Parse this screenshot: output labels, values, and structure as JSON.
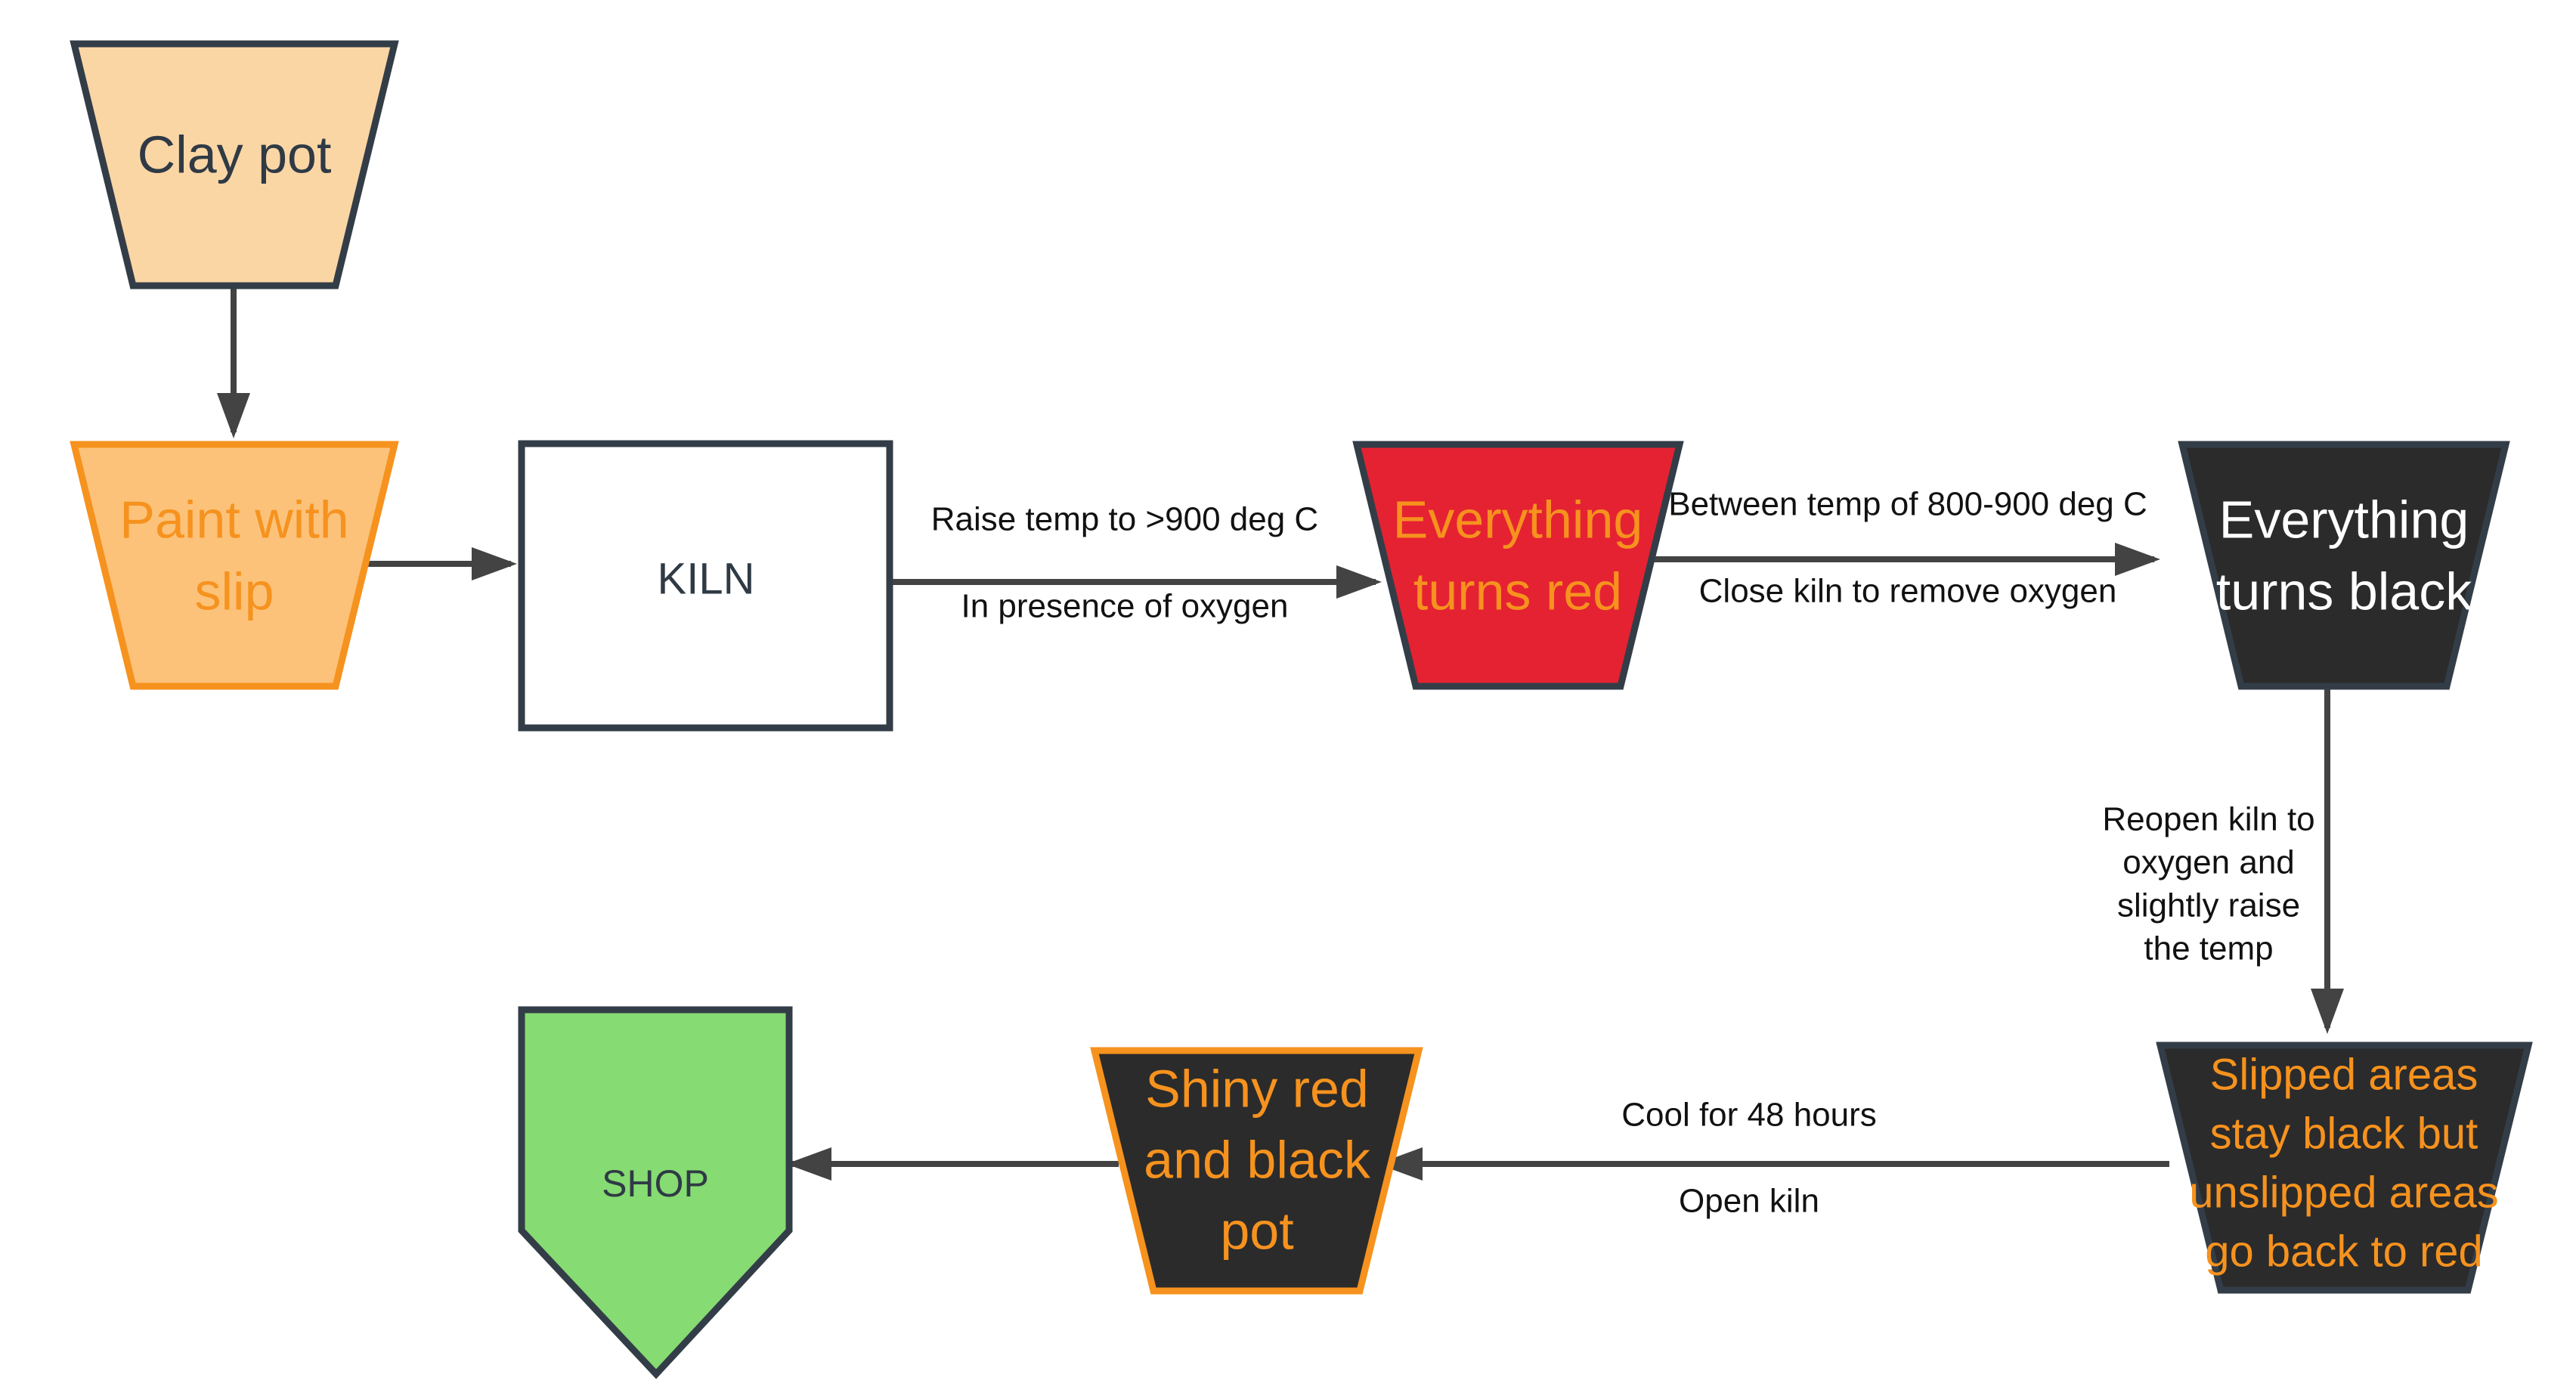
{
  "colors": {
    "stroke_dark": "#333d47",
    "arrow": "#434343",
    "clay_fill": "#fbd6a5",
    "slip_fill": "#fcc27a",
    "slip_stroke": "#f6921e",
    "slip_text": "#f6921e",
    "kiln_fill": "#ffffff",
    "red_fill": "#e52232",
    "black_fill": "#2b2b2b",
    "orange_text": "#f6921e",
    "white_text": "#ffffff",
    "dark_text": "#2f3a45",
    "shop_fill": "#86db72"
  },
  "nodes": {
    "clay_pot": {
      "label": "Clay pot"
    },
    "paint_with_slip": {
      "line1": "Paint with",
      "line2": "slip"
    },
    "kiln": {
      "label": "KILN"
    },
    "everything_red": {
      "line1": "Everything",
      "line2": "turns red"
    },
    "everything_black": {
      "line1": "Everything",
      "line2": "turns black"
    },
    "slipped_areas": {
      "line1": "Slipped areas",
      "line2": "stay black but",
      "line3": "unslipped areas",
      "line4": "go back to red"
    },
    "shiny_pot": {
      "line1": "Shiny red",
      "line2": "and black",
      "line3": "pot"
    },
    "shop": {
      "label": "SHOP"
    }
  },
  "edges": {
    "kiln_to_red": {
      "top": "Raise temp to >900 deg C",
      "bottom": "In presence of oxygen"
    },
    "red_to_black": {
      "top": "Between temp of 800-900 deg C",
      "bottom": "Close kiln to remove oxygen"
    },
    "black_to_slipped": {
      "line1": "Reopen kiln to",
      "line2": "oxygen and",
      "line3": "slightly raise",
      "line4": "the temp"
    },
    "slipped_to_shiny": {
      "top": "Cool for 48 hours",
      "bottom": "Open kiln"
    }
  }
}
